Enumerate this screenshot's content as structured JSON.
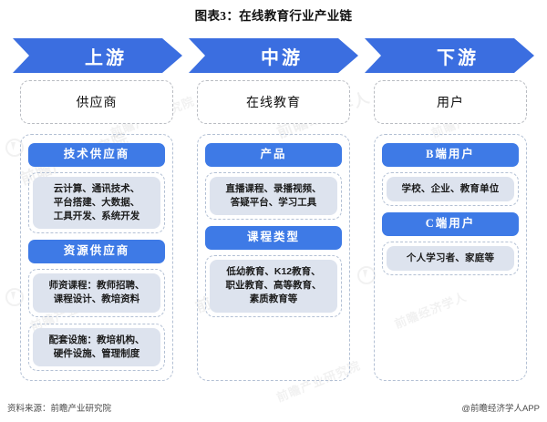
{
  "title": "图表3：在线教育行业产业链",
  "arrows": [
    {
      "label": "上游"
    },
    {
      "label": "中游"
    },
    {
      "label": "下游"
    }
  ],
  "columns": [
    {
      "head": "供应商",
      "groups": [
        {
          "pill": "技术供应商",
          "detail": "云计算、通讯技术、\n平台搭建、大数据、\n工具开发、系统开发"
        },
        {
          "pill": "资源供应商",
          "detail": "师资课程：教师招聘、\n课程设计、教培资料"
        },
        {
          "pill": null,
          "detail": "配套设施：教培机构、\n硬件设施、管理制度"
        }
      ]
    },
    {
      "head": "在线教育",
      "groups": [
        {
          "pill": "产品",
          "detail": "直播课程、录播视频、\n答疑平台、学习工具"
        },
        {
          "pill": "课程类型",
          "detail": "低幼教育、K12教育、\n职业教育、高等教育、\n素质教育等"
        }
      ]
    },
    {
      "head": "用户",
      "groups": [
        {
          "pill": "B端用户",
          "detail": "学校、企业、教育单位"
        },
        {
          "pill": "C端用户",
          "detail": "个人学习者、家庭等"
        }
      ]
    }
  ],
  "footer": {
    "source": "资料来源：前瞻产业研究院",
    "brand": "@前瞻经济学人APP"
  },
  "watermarks": [
    "前瞻产业研究院",
    "前瞻产业研究院",
    "前瞻经济学人",
    "前瞻产业研究院",
    "前瞻产业研究院",
    "前瞻经济学人",
    "前瞻产业研究院",
    "前瞻产业研究院"
  ],
  "colors": {
    "arrow_blue": "#3b6ee0",
    "pill_blue": "#3e7ae6",
    "detail_fill": "#dde3ee",
    "dash_border": "#b3c0d4",
    "head_border": "#b9bcc2"
  }
}
